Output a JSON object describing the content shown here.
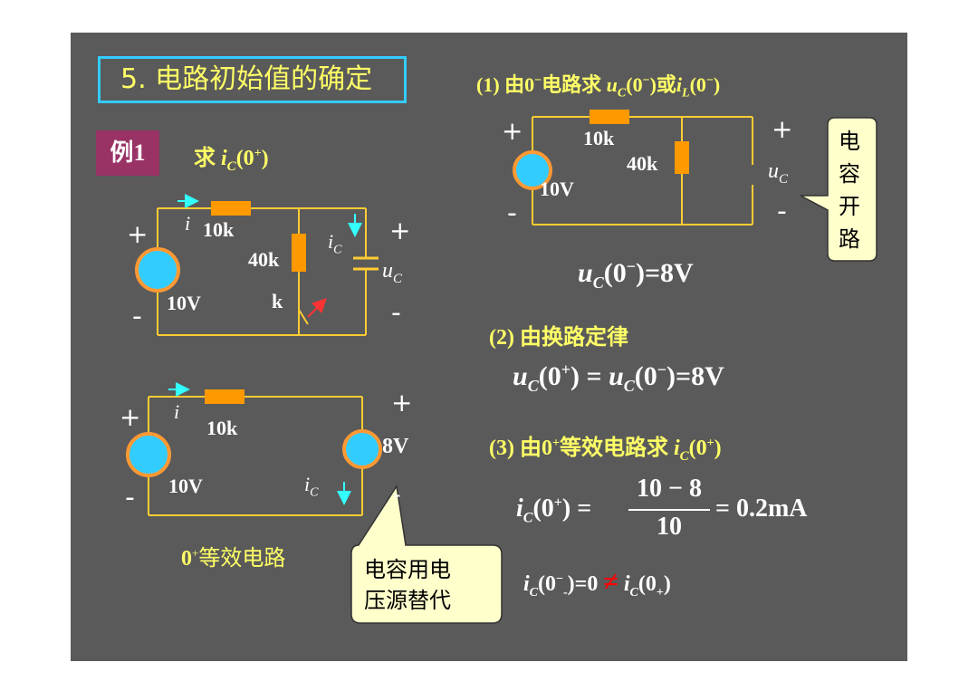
{
  "title": "5. 电路初始值的确定",
  "example": {
    "badge": "例1",
    "ask_prefix": "求",
    "ask_var": "i",
    "ask_sub": "C",
    "ask_arg": "(0",
    "ask_sup": "+",
    "ask_close": ")"
  },
  "circuit1": {
    "plus_left": "+",
    "minus_left": "-",
    "source": "10V",
    "resistor1": "10k",
    "resistor2": "40k",
    "current_i": "i",
    "current_ic": "i",
    "current_ic_sub": "C",
    "switch": "k",
    "plus_right": "+",
    "minus_right": "-",
    "uc": "u",
    "uc_sub": "C"
  },
  "circuit2": {
    "plus_left": "+",
    "minus_left": "-",
    "source": "10V",
    "resistor1": "10k",
    "current_i": "i",
    "plus_right": "+",
    "minus_right": "-",
    "cap_source": "8V",
    "current_ic": "i",
    "current_ic_sub": "C",
    "caption_sup": "+",
    "caption": "等效电路",
    "caption_zero": "0"
  },
  "callout_bottom": {
    "line1": "电容用电",
    "line2": "压源替代"
  },
  "callout_top": {
    "chars": [
      "电",
      "容",
      "开",
      "路"
    ]
  },
  "circuit3": {
    "plus_left": "+",
    "minus_left": "-",
    "source": "10V",
    "resistor1": "10k",
    "resistor2": "40k",
    "plus_right": "+",
    "minus_right": "-",
    "uc": "u",
    "uc_sub": "C"
  },
  "step1": {
    "label": "(1)",
    "text": "由0",
    "minus": "−",
    "text2": "电路求",
    "uc": "u",
    "uc_sub": "C",
    "arg": "(0",
    "arg_sup": "−",
    "close": ")",
    "or": "或",
    "il": "i",
    "il_sub": "L",
    "arg2": "(0",
    "arg2_sup": "−",
    "close2": ")"
  },
  "eq_uc0minus": {
    "u": "u",
    "sub": "C",
    "rest": "(0",
    "sup": "−",
    "val": ")=8V"
  },
  "step2": {
    "label": "(2)",
    "text": "由换路定律"
  },
  "eq_switching": {
    "lhs_u": "u",
    "lhs_sub": "C",
    "lhs_arg": "(0",
    "lhs_sup": "+",
    "lhs_close": ")",
    "eq": " = ",
    "rhs_u": "u",
    "rhs_sub": "C",
    "rhs_arg": "(0",
    "rhs_sup": "−",
    "rhs_val": ")=8V"
  },
  "step3": {
    "label": "(3)",
    "text": "由0",
    "sup": "+",
    "text2": "等效电路求",
    "ic": "i",
    "ic_sub": "C",
    "arg": "(0",
    "arg_sup": "+",
    "close": ")"
  },
  "eq_result": {
    "i": "i",
    "sub": "C",
    "arg": "(0",
    "sup": "+",
    "close": ")",
    "eq": "=",
    "numerator": "10 − 8",
    "denominator": "10",
    "result": "= 0.2mA"
  },
  "eq_compare": {
    "i1": "i",
    "sub1": "C",
    "arg1": "(0",
    "sup1": "−",
    "sub1b": "-",
    "val1": ")=0",
    "neq": "≠",
    "i2": "i",
    "sub2": "C",
    "arg2": "(0",
    "sub2b": "+",
    "close2": ")"
  },
  "colors": {
    "background": "#5a5a5a",
    "text_yellow": "#ffff66",
    "wire": "#ffcc33",
    "resistor": "#ff9900",
    "source_fill": "#33ccff",
    "source_ring": "#ff9933",
    "arrow_cyan": "#33ffff",
    "switch_arrow": "#ff3333",
    "title_border": "#33ccff",
    "badge": "#993366",
    "callout_fill": "#ffffcc",
    "neq": "#ff0000"
  }
}
